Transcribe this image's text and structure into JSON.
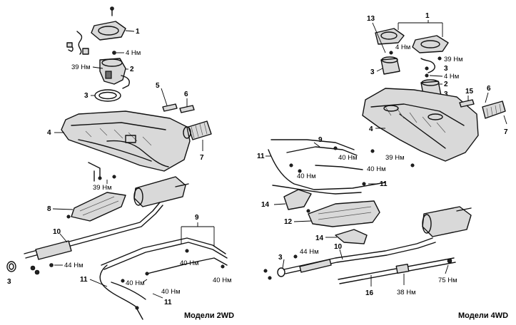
{
  "captions": {
    "left": "Модели 2WD",
    "right": "Модели 4WD"
  },
  "left_callouts": {
    "n1": "1",
    "n2": "2",
    "n3a": "3",
    "n4": "4",
    "n5": "5",
    "n6": "6",
    "n7": "7",
    "n8": "8",
    "n9": "9",
    "n10": "10",
    "n11a": "11",
    "n11b": "11",
    "n3b": "3"
  },
  "left_torques": {
    "t1": "4 Нм",
    "t2": "39 Нм",
    "t3": "39 Нм",
    "t4": "44 Нм",
    "t5": "40 Нм",
    "t6": "40 Нм",
    "t7": "40 Нм",
    "t8": "40 Нм"
  },
  "right_callouts": {
    "n13": "13",
    "n1": "1",
    "n3a": "3",
    "n2": "2",
    "n3b": "3",
    "n3c": "3",
    "n15": "15",
    "n6": "6",
    "n4": "4",
    "n7": "7",
    "n9": "9",
    "n11a": "11",
    "n11b": "11",
    "n14a": "14",
    "n12": "12",
    "n14b": "14",
    "n10": "10",
    "n3d": "3",
    "n16": "16"
  },
  "right_torques": {
    "t1": "4 Нм",
    "t2": "39 Нм",
    "t3": "4 Нм",
    "t4": "40 Нм",
    "t5": "40 Нм",
    "t6": "39 Нм",
    "t7": "40 Нм",
    "t8": "44 Нм",
    "t9": "38 Нм",
    "t10": "75 Нм"
  }
}
